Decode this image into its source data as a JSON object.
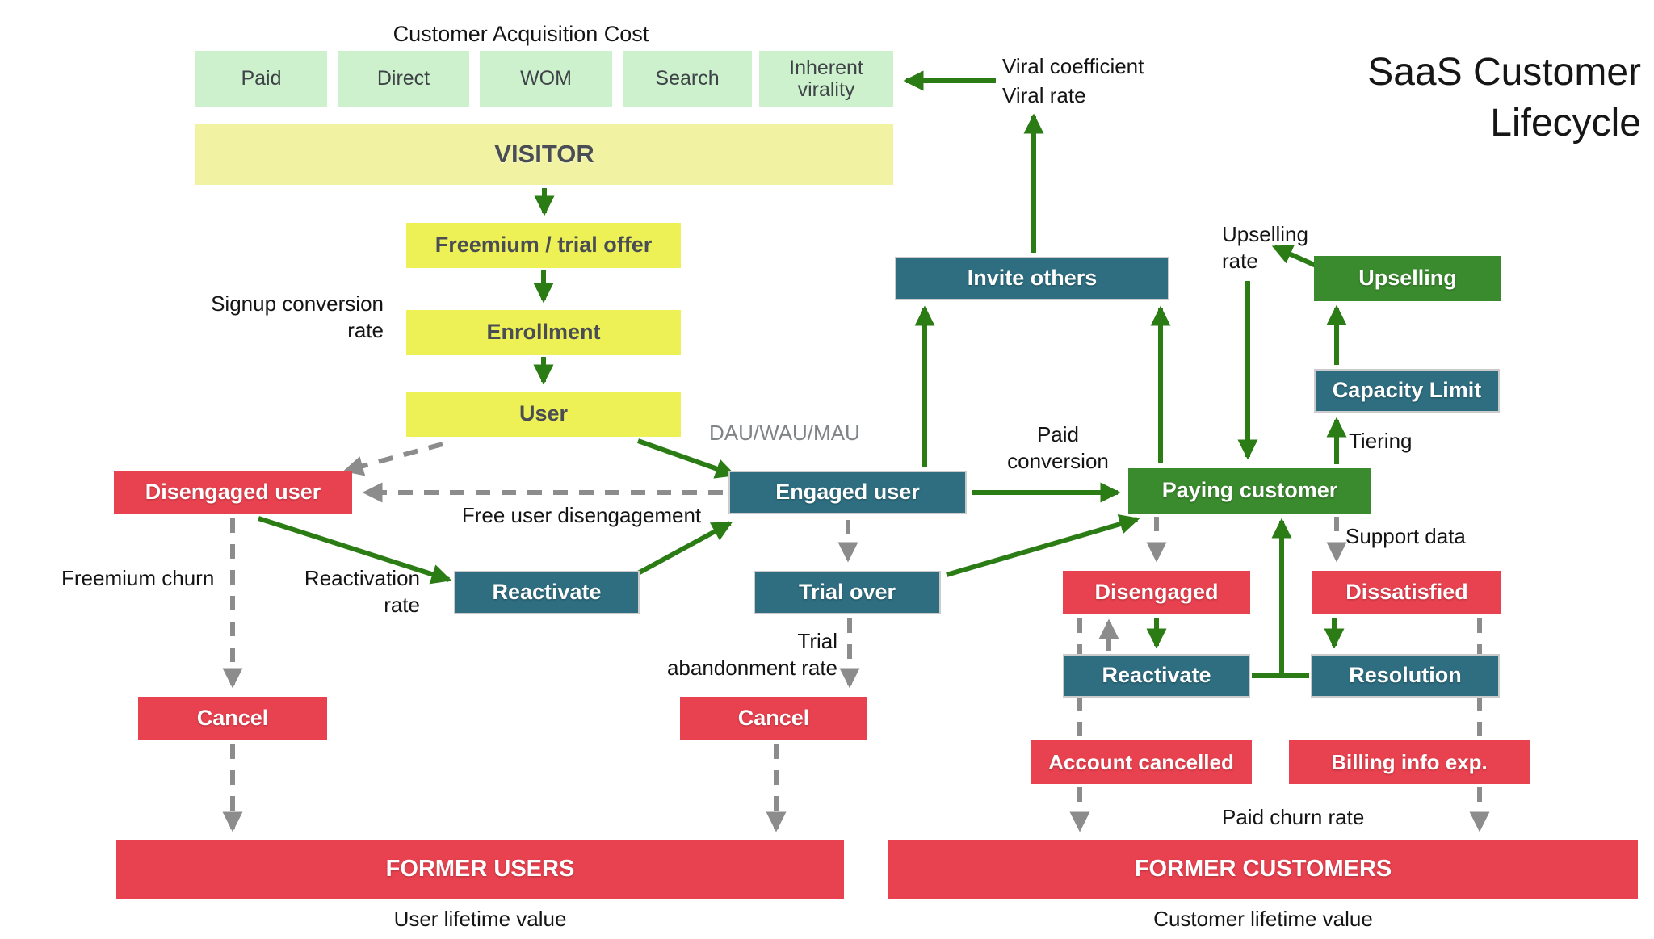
{
  "title": {
    "text": "SaaS Customer Lifecycle"
  },
  "acquisition": {
    "title": "Customer Acquisition Cost",
    "channels": [
      "Paid",
      "Direct",
      "WOM",
      "Search",
      "Inherent virality"
    ]
  },
  "funnel": {
    "visitor": "VISITOR",
    "freemium": "Freemium / trial offer",
    "enrollment": "Enrollment",
    "user": "User"
  },
  "free_side": {
    "disengaged_user": "Disengaged user",
    "engaged_user": "Engaged user",
    "reactivate": "Reactivate",
    "trial_over": "Trial over",
    "cancel_left": "Cancel",
    "cancel_mid": "Cancel",
    "former_users": "FORMER USERS"
  },
  "viral": {
    "invite_others": "Invite others"
  },
  "paid_side": {
    "upselling": "Upselling",
    "capacity_limit": "Capacity Limit",
    "paying_customer": "Paying customer",
    "disengaged": "Disengaged",
    "dissatisfied": "Dissatisfied",
    "reactivate": "Reactivate",
    "resolution": "Resolution",
    "account_cancelled": "Account cancelled",
    "billing_info_exp": "Billing info exp.",
    "former_customers": "FORMER CUSTOMERS"
  },
  "labels": {
    "signup_conversion_rate": "Signup conversion rate",
    "dau_wau_mau": "DAU/WAU/MAU",
    "free_user_disengagement": "Free user disengagement",
    "freemium_churn": "Freemium churn",
    "reactivation_rate": "Reactivation rate",
    "trial_abandonment_rate": "Trial abandonment rate",
    "viral_coefficient": "Viral coefficient",
    "viral_rate": "Viral rate",
    "paid_conversion": "Paid conversion",
    "upselling_rate": "Upselling rate",
    "tiering": "Tiering",
    "support_data": "Support data",
    "paid_churn_rate": "Paid churn rate",
    "user_lifetime_value": "User lifetime value",
    "customer_lifetime_value": "Customer lifetime value"
  },
  "palette": {
    "channel_green": "#cdf1cd",
    "visitor_yellow": "#f1f3a2",
    "funnel_yellow": "#edf155",
    "alert_red": "#e8414f",
    "state_teal": "#2e6e80",
    "revenue_green": "#3a8a2e",
    "arrow_green": "#2b7c15",
    "arrow_gray": "#8c8c8c"
  }
}
